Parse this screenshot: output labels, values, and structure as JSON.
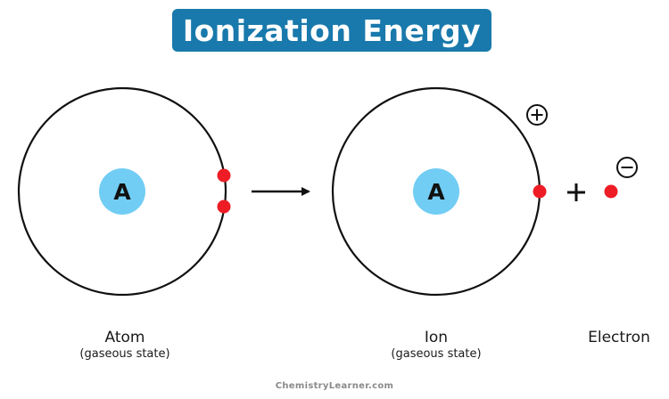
{
  "title": "Ionization Energy",
  "colors": {
    "title_bg": "#1979ac",
    "title_text": "#ffffff",
    "nucleus": "#72cdf4",
    "electron": "#ee1c25",
    "orbit": "#111111"
  },
  "atom": {
    "nucleus_label": "A",
    "label": "Atom",
    "state": "(gaseous state)"
  },
  "ion": {
    "nucleus_label": "A",
    "label": "Ion",
    "state": "(gaseous state)",
    "charge_symbol": "+"
  },
  "plus_sign": "+",
  "electron": {
    "label": "Electron",
    "charge_symbol": "−"
  },
  "watermark": "ChemistryLearner.com"
}
